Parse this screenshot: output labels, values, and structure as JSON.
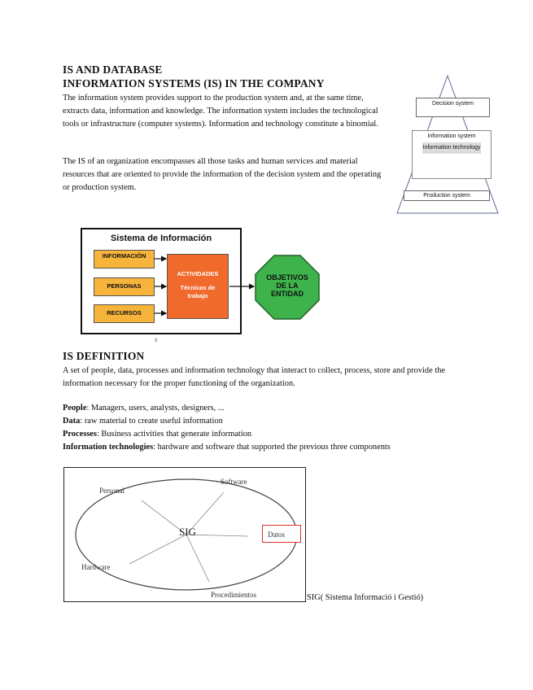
{
  "heading1": "IS AND DATABASE",
  "heading2": "INFORMATION SYSTEMS (IS) IN THE COMPANY",
  "para1": "The information system provides support to the production system and, at the same time, extracts data, information and knowledge. The information system includes the technological tools or infrastructure (computer systems). Information and technology constitute a binomial.",
  "para2": "The IS of an organization encompasses all those tasks and human services and material resources that are oriented to provide the information of the decision system and the operating or production system.",
  "pyramid": {
    "decision": "Decision system",
    "information": "Information system",
    "technology": "Information technology",
    "production": "Production system"
  },
  "sig_diagram": {
    "title": "Sistema de Información",
    "inputs": [
      "INFORMACIÓN",
      "PERSONAS",
      "RECURSOS"
    ],
    "activities_title": "ACTIVIDADES",
    "activities_sub": "Técnicas de trabajo",
    "goal": "OBJETIVOS DE LA ENTIDAD",
    "page_num": "3",
    "colors": {
      "input_fill": "#f6b43a",
      "activity_fill": "#ef6a2b",
      "goal_fill": "#3fb34b"
    }
  },
  "heading3": "IS DEFINITION",
  "definition": "A set of people, data, processes and information technology that interact to collect, process, store and provide the information necessary for the proper functioning of the organization.",
  "components": [
    {
      "term": "People",
      "desc": ": Managers, users, analysts, designers, ..."
    },
    {
      "term": "Data",
      "desc": ": raw material to create useful information"
    },
    {
      "term": "Processes",
      "desc": ": Business activities that generate information"
    },
    {
      "term": "Information technologies",
      "desc": ": hardware and software that supported the previous three components"
    }
  ],
  "ellipse": {
    "center": "SIG",
    "personal": "Personal",
    "software": "Software",
    "datos": "Datos",
    "hardware": "Hardware",
    "procedimientos": "Procedimientos"
  },
  "ellipse_caption": "SIG( Sistema Informació i Gestió)"
}
